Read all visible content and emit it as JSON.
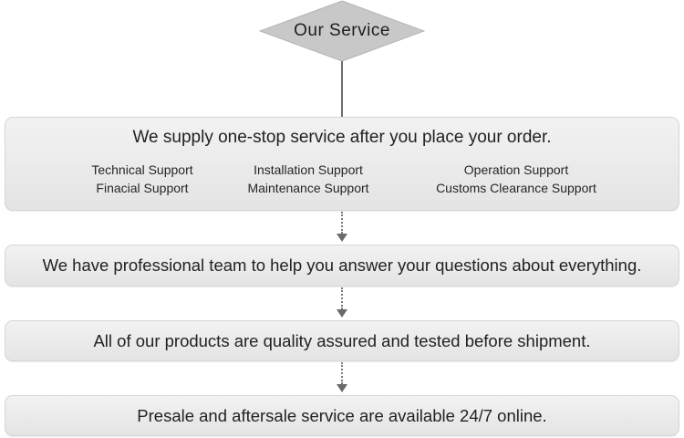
{
  "diagram": {
    "header": {
      "label": "Our Service"
    },
    "box1": {
      "title": "We  supply  one-stop service after you place your order.",
      "items": [
        "Technical Support",
        "Installation Support",
        "Operation Support",
        "Finacial Support",
        "Maintenance Support",
        "Customs  Clearance  Support"
      ]
    },
    "box2": {
      "title": "We have professional team to help you answer your questions about everything."
    },
    "box3": {
      "title": "All of our products are quality assured and tested before shipment."
    },
    "box4": {
      "title": "Presale and aftersale service are available 24/7 online."
    }
  },
  "colors": {
    "diamond_fill": "#c8c8c8",
    "box_fill": "#ececec",
    "connector": "#6e6e6e"
  }
}
